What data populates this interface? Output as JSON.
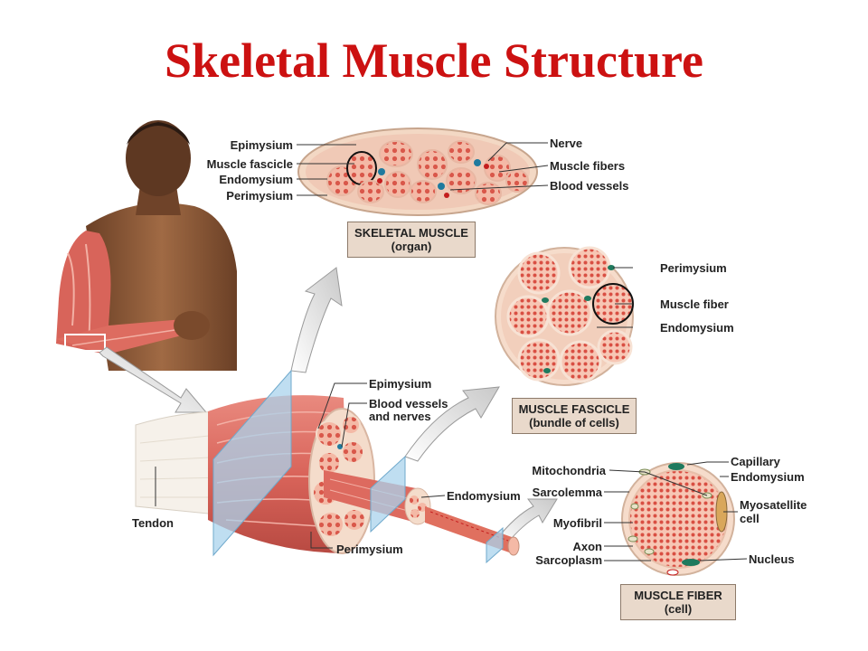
{
  "title": "Skeletal Muscle Structure",
  "organ": {
    "caption": [
      "SKELETAL MUSCLE",
      "(organ)"
    ],
    "labels_left": [
      "Epimysium",
      "Muscle fascicle",
      "Endomysium",
      "Perimysium"
    ],
    "labels_right": [
      "Nerve",
      "Muscle fibers",
      "Blood vessels"
    ]
  },
  "fascicle": {
    "caption": [
      "MUSCLE FASCICLE",
      "(bundle of cells)"
    ],
    "labels": [
      "Perimysium",
      "Muscle fiber",
      "Endomysium"
    ]
  },
  "muscle": {
    "labels": [
      "Epimysium",
      "Blood vessels",
      "and nerves",
      "Endomysium",
      "Tendon",
      "Perimysium"
    ]
  },
  "fiber": {
    "caption": [
      "MUSCLE FIBER",
      "(cell)"
    ],
    "labels_left": [
      "Mitochondria",
      "Sarcolemma",
      "Myofibril",
      "Axon",
      "Sarcoplasm"
    ],
    "labels_right": [
      "Capillary",
      "Endomysium",
      "Myosatellite",
      "cell",
      "Nucleus"
    ]
  },
  "colors": {
    "title": "#cc1111",
    "muscle": "#e07b72",
    "connective": "#f5dcc8",
    "caption_box": "#e9d9cb",
    "vessel_blue": "#1f7a9e",
    "vessel_red": "#c41d1d",
    "plane": "#a9d3ec",
    "skin": "#8a5a3a"
  }
}
